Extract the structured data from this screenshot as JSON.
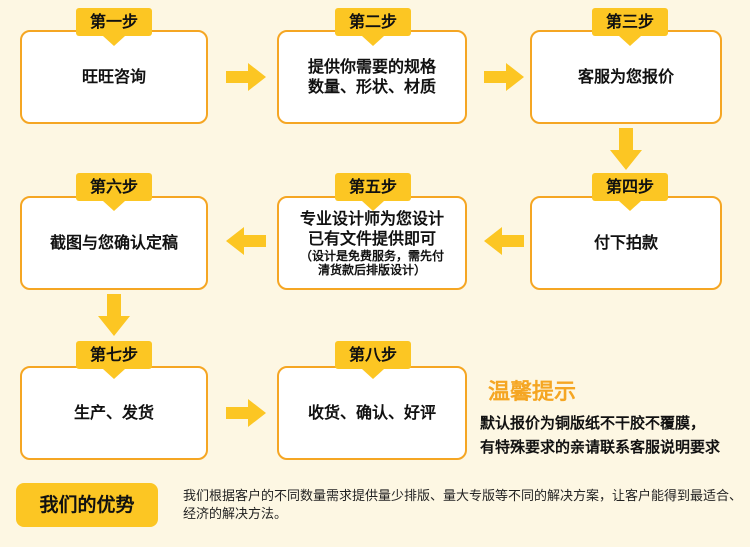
{
  "steps": [
    {
      "tag": "第一步",
      "lines": [
        "旺旺咨询"
      ]
    },
    {
      "tag": "第二步",
      "lines": [
        "提供你需要的规格",
        "数量、形状、材质"
      ]
    },
    {
      "tag": "第三步",
      "lines": [
        "客服为您报价"
      ]
    },
    {
      "tag": "第四步",
      "lines": [
        "付下拍款"
      ]
    },
    {
      "tag": "第五步",
      "lines": [
        "专业设计师为您设计",
        "已有文件提供即可"
      ],
      "note": [
        "（设计是免费服务，需先付",
        "清货款后排版设计）"
      ]
    },
    {
      "tag": "第六步",
      "lines": [
        "截图与您确认定稿"
      ]
    },
    {
      "tag": "第七步",
      "lines": [
        "生产、发货"
      ]
    },
    {
      "tag": "第八步",
      "lines": [
        "收货、确认、好评"
      ]
    }
  ],
  "tips": {
    "title": "温馨提示",
    "lines": [
      "默认报价为铜版纸不干胶不覆膜，",
      "有特殊要求的亲请联系客服说明要求"
    ]
  },
  "advantage": {
    "badge": "我们的优势",
    "text": "我们根据客户的不同数量需求提供量少排版、量大专版等不同的解决方案，让客户能得到最适合、经济的解决方法。"
  },
  "colors": {
    "accent": "#fcc623",
    "border": "#f5a623",
    "tip_title": "#f5a623"
  }
}
